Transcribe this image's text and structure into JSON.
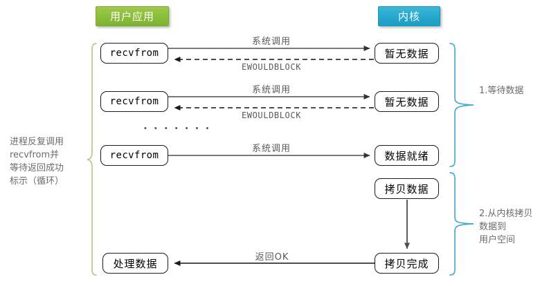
{
  "diagram": {
    "title_user": "用户应用",
    "title_kernel": "内核",
    "colors": {
      "user_header": "#8dbe3c",
      "kernel_header": "#27a8cd",
      "left_brace": "#b5c98a",
      "right_brace": "#4aa9d0",
      "node_border": "#1a1a1a",
      "arrow": "#4d4d4d",
      "label_text": "#595959"
    },
    "left_annotation": "进程反复调用\nrecvfrom并\n等待返回成功\n标示（循环）",
    "right_annotations": [
      "1.等待数据",
      "2.从内核拷贝\n  数据到\n  用户空间"
    ],
    "ellipsis": "• • • • • • •",
    "rows": [
      {
        "user_node": "recvfrom",
        "kernel_node": "暂无数据",
        "forward_label": "系统调用",
        "return_label": "EWOULDBLOCK",
        "return_style": "dashed"
      },
      {
        "user_node": "recvfrom",
        "kernel_node": "暂无数据",
        "forward_label": "系统调用",
        "return_label": "EWOULDBLOCK",
        "return_style": "dashed"
      },
      {
        "user_node": "recvfrom",
        "kernel_node": "数据就绪",
        "forward_label": "系统调用",
        "return_label": "",
        "return_style": "none"
      }
    ],
    "copy_phase": {
      "node_start": "拷贝数据",
      "node_end": "拷贝完成",
      "result_node": "处理数据",
      "result_label": "返回OK"
    }
  }
}
